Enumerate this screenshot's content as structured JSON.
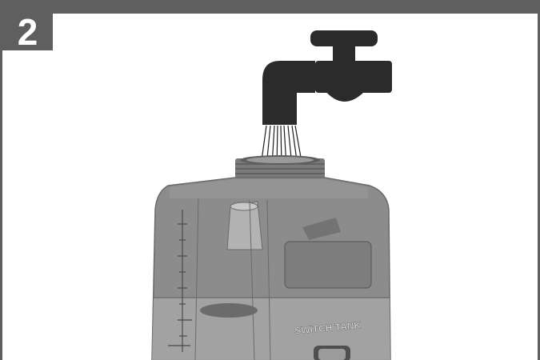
{
  "step": {
    "number": "2"
  },
  "illustration": {
    "description_icon": "faucet-filling-tank-illustration",
    "tank_label": "SWITCH TANK"
  },
  "colors": {
    "frame": "#5f5f5f",
    "faucet": "#2b2b2b",
    "tank_body": "#8a8a8a",
    "tank_dark": "#6c6c6c",
    "background": "#ffffff"
  }
}
